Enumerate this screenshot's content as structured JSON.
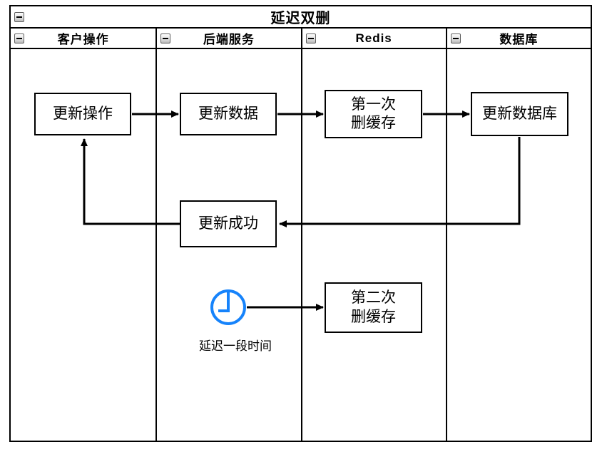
{
  "pool": {
    "title": "延迟双删"
  },
  "lanes": [
    {
      "id": "client-ops",
      "label": "客户操作"
    },
    {
      "id": "backend-service",
      "label": "后端服务"
    },
    {
      "id": "redis",
      "label": "Redis"
    },
    {
      "id": "database",
      "label": "数据库"
    }
  ],
  "nodes": {
    "update_op": {
      "label": "更新操作",
      "lane": "client-ops"
    },
    "update_data": {
      "label": "更新数据",
      "lane": "backend-service"
    },
    "first_delete": {
      "label": "第一次\n删缓存",
      "lane": "redis"
    },
    "update_db": {
      "label": "更新数据库",
      "lane": "database"
    },
    "update_success": {
      "label": "更新成功",
      "lane": "backend-service"
    },
    "second_delete": {
      "label": "第二次\n删缓存",
      "lane": "redis"
    }
  },
  "edges": [
    {
      "from": "update_op",
      "to": "update_data"
    },
    {
      "from": "update_data",
      "to": "first_delete"
    },
    {
      "from": "first_delete",
      "to": "update_db"
    },
    {
      "from": "update_db",
      "to": "update_success"
    },
    {
      "from": "update_success",
      "to": "update_op"
    },
    {
      "from": "delay_clock",
      "to": "second_delete"
    }
  ],
  "annotations": {
    "delay_label": "延迟一段时间"
  },
  "icons": {
    "collapse": "minus",
    "delay": "clock"
  },
  "colors": {
    "stroke": "#000000",
    "clock_blue": "#1683FB",
    "background": "#FFFFFF"
  }
}
